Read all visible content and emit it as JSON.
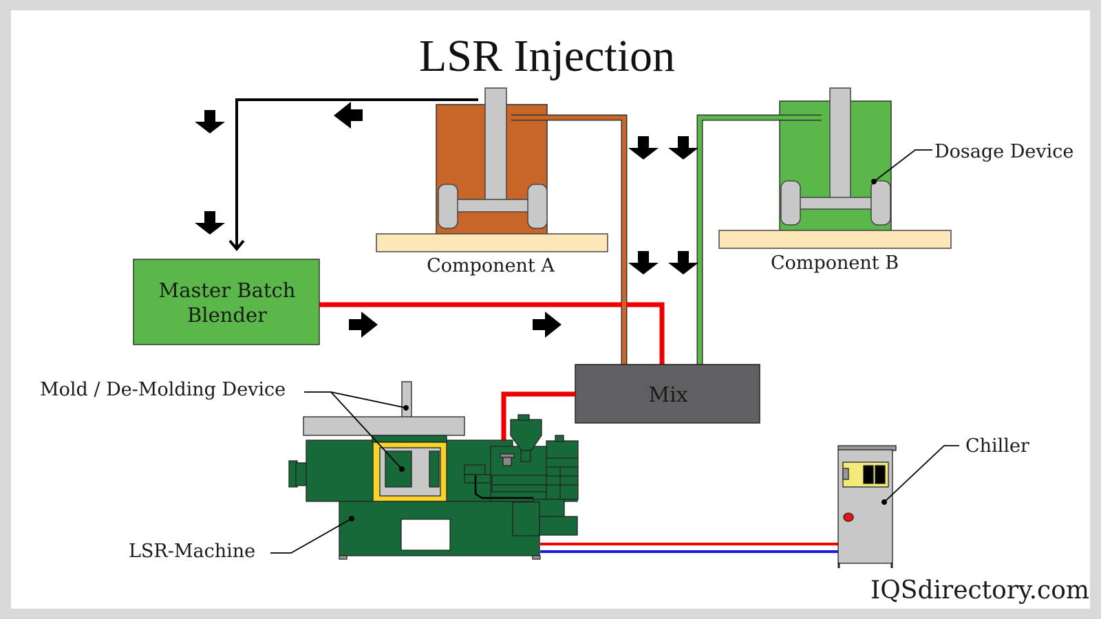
{
  "title": "LSR Injection",
  "labels": {
    "component_a": "Component A",
    "component_b": "Component B",
    "dosage_device": "Dosage Device",
    "master_batch_line1": "Master Batch",
    "master_batch_line2": "Blender",
    "mix": "Mix",
    "mold_device": "Mold / De-Molding Device",
    "lsr_machine": "LSR-Machine",
    "chiller": "Chiller"
  },
  "watermark": "IQSdirectory.com",
  "colors": {
    "background": "#d9d9d9",
    "component_a": "#c8662a",
    "component_b": "#5ab84a",
    "master_batch": "#5ab84a",
    "platform": "#fde7b8",
    "mix": "#606062",
    "machine": "#17693a",
    "mold_frame": "#f7d42c",
    "steel": "#c8c8c8",
    "red_line": "#ee0000",
    "blue_line": "#1a1adf",
    "chiller_panel": "#f3ea7c"
  },
  "icons": {
    "flow_arrows": "arrow-icon",
    "pointer_dots": "callout-dot-icon"
  }
}
